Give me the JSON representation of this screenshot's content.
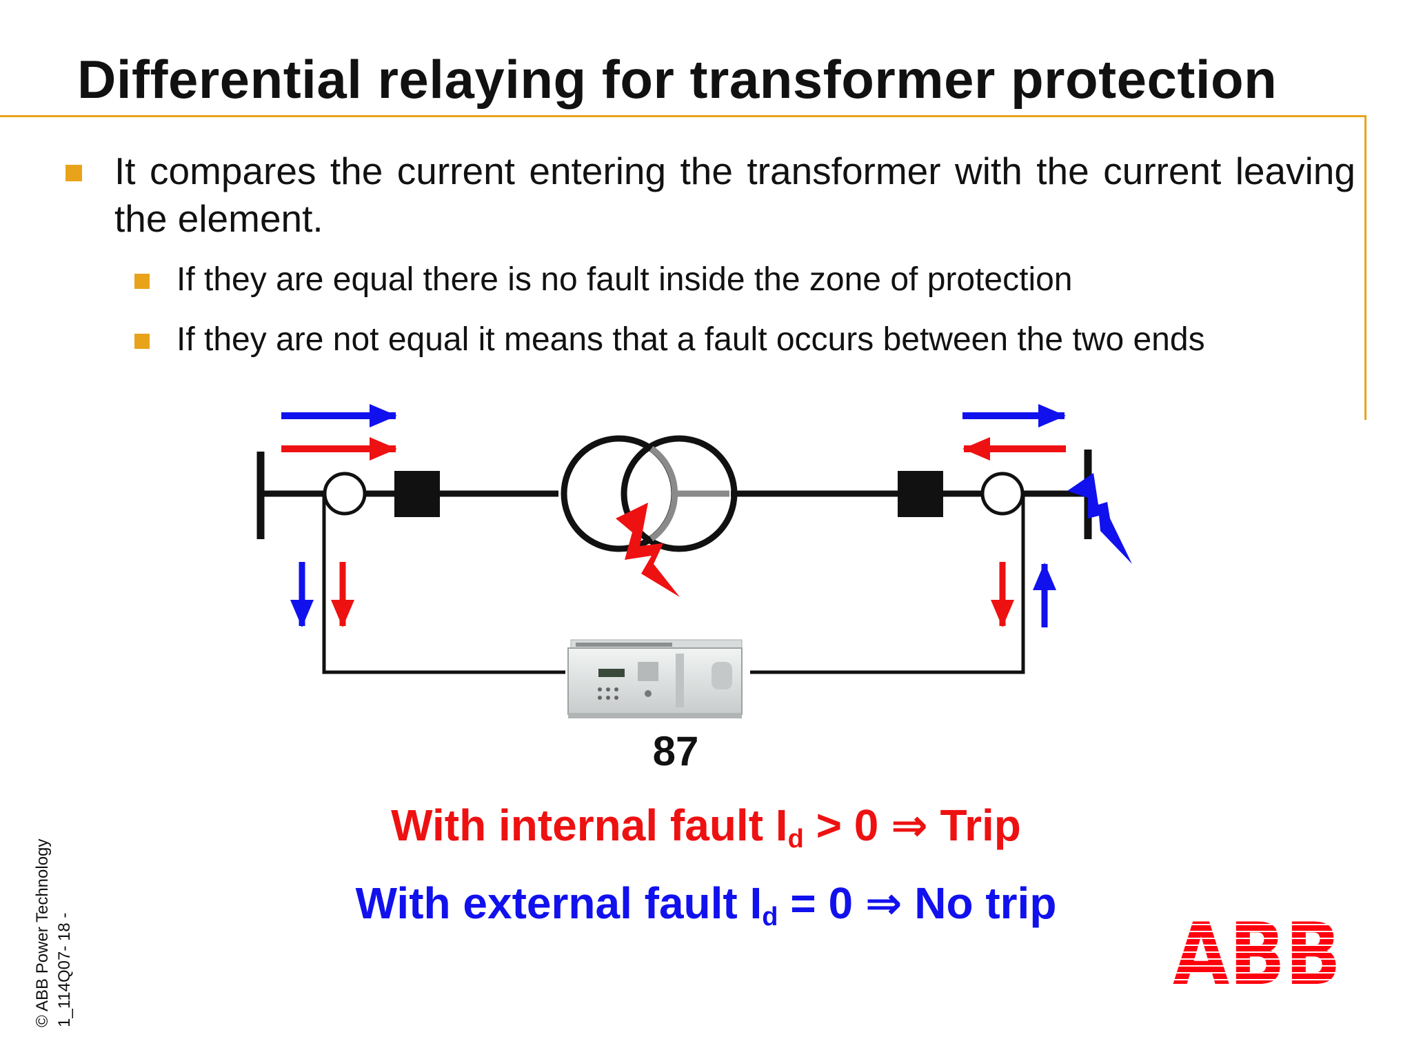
{
  "slide": {
    "title": "Differential relaying for transformer protection",
    "bullets": {
      "main": "It compares the current entering the transformer with the current leaving the element.",
      "sub1": "If they are equal there is no fault inside the zone of protection",
      "sub2": "If they are not equal  it means that a fault occurs between the two ends"
    },
    "diagram": {
      "relay_label": "87",
      "internal_fault": {
        "prefix": "With internal fault I",
        "subscript": "d",
        "suffix": " > 0 ⇒ Trip"
      },
      "external_fault": {
        "prefix": "With external fault I",
        "subscript": "d",
        "suffix": " = 0 ⇒ No trip"
      }
    },
    "footer": {
      "copyright": "© ABB Power Technology",
      "slide_id": "1_114Q07- 18 -",
      "logo_text": "ABB"
    }
  },
  "colors": {
    "accent": "#e8a31b",
    "internal": "#ee1111",
    "external": "#1111ee",
    "logo": "#ff000f"
  }
}
